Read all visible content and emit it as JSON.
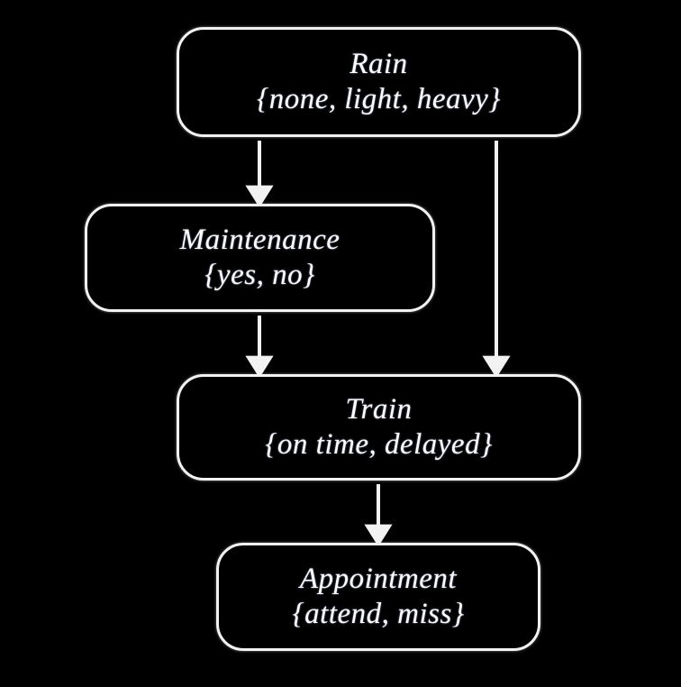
{
  "diagram": {
    "type": "directed-acyclic-graph",
    "title": "",
    "background_color": "#000000",
    "node_border_color": "#f2f2f2",
    "node_fill_color": "#000000",
    "text_color": "#ffffff",
    "edge_color": "#f2f2f2",
    "nodes": [
      {
        "id": "rain",
        "title": "Rain",
        "states_label": "{none, light, heavy}",
        "states": [
          "none",
          "light",
          "heavy"
        ]
      },
      {
        "id": "maintenance",
        "title": "Maintenance",
        "states_label": "{yes, no}",
        "states": [
          "yes",
          "no"
        ]
      },
      {
        "id": "train",
        "title": "Train",
        "states_label": "{on time, delayed}",
        "states": [
          "on time",
          "delayed"
        ]
      },
      {
        "id": "appointment",
        "title": "Appointment",
        "states_label": "{attend, miss}",
        "states": [
          "attend",
          "miss"
        ]
      }
    ],
    "edges": [
      {
        "id": "rain-to-maintenance",
        "from": "rain",
        "to": "maintenance",
        "arrowhead": "solid-triangle"
      },
      {
        "id": "rain-to-train",
        "from": "rain",
        "to": "train",
        "arrowhead": "solid-triangle"
      },
      {
        "id": "maintenance-to-train",
        "from": "maintenance",
        "to": "train",
        "arrowhead": "solid-triangle"
      },
      {
        "id": "train-to-appointment",
        "from": "train",
        "to": "appointment",
        "arrowhead": "solid-triangle"
      }
    ]
  }
}
